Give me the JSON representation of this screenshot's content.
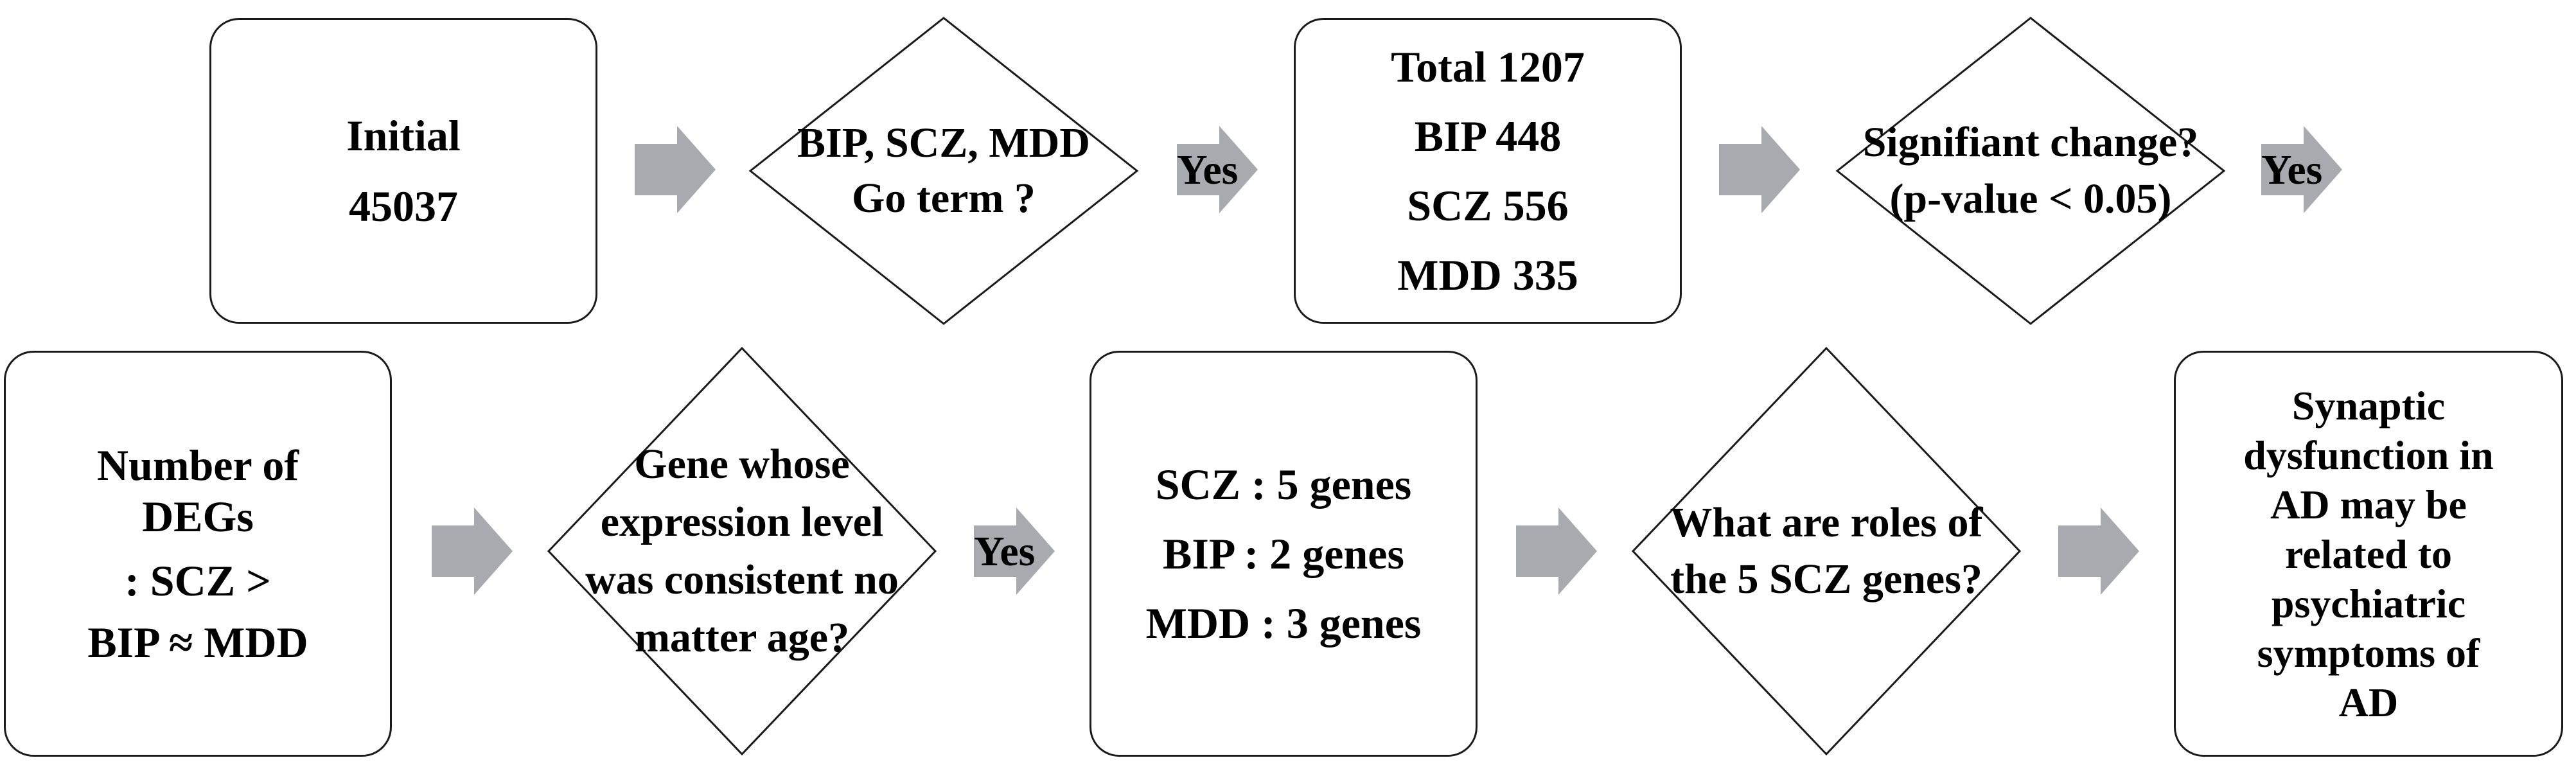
{
  "boxes": {
    "initial": [
      "Initial",
      "45037"
    ],
    "total": [
      "Total 1207",
      "BIP 448",
      "SCZ 556",
      "MDD 335"
    ],
    "degs": [
      "Number of",
      "DEGs",
      ": SCZ >",
      "BIP ≈ MDD"
    ],
    "genes": [
      "SCZ : 5 genes",
      "BIP : 2 genes",
      "MDD : 3 genes"
    ],
    "conclusion": [
      "Synaptic",
      "dysfunction in",
      "AD may be",
      "related to",
      "psychiatric",
      "symptoms of",
      "AD"
    ]
  },
  "decisions": {
    "go_term": [
      "BIP, SCZ, MDD",
      "Go term ?"
    ],
    "significant": [
      "Signifiant change?",
      "(p-value < 0.05)"
    ],
    "consistent": [
      "Gene whose",
      "expression level",
      "was consistent no",
      "matter age?"
    ],
    "roles": [
      "What are roles of",
      "the 5 SCZ genes?"
    ]
  },
  "labels": {
    "yes": "Yes"
  },
  "colors": {
    "arrow": "#a9aab0",
    "border": "#1a1a1a"
  }
}
